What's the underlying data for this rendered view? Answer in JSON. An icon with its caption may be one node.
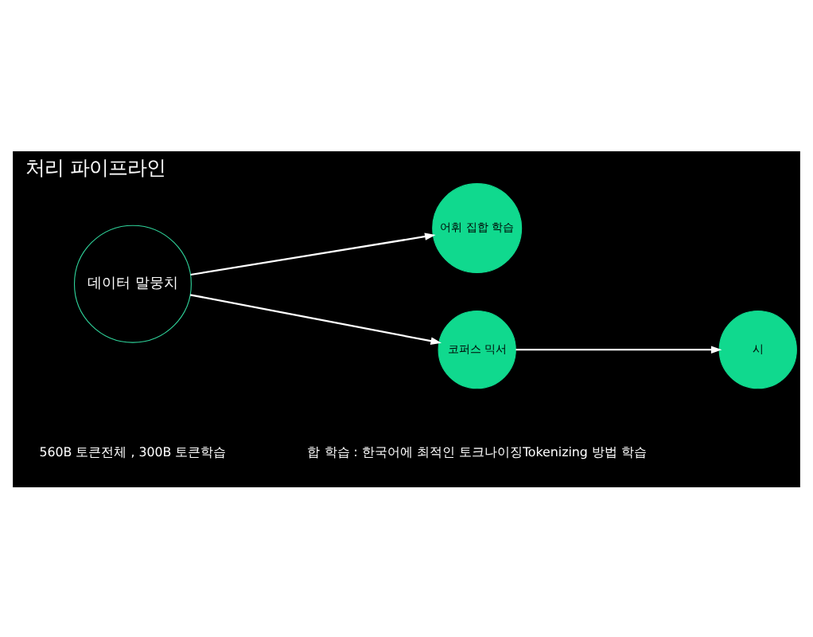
{
  "diagram": {
    "title": "처리 파이프라인",
    "nodes": [
      {
        "text": [
          "데이터 말뭉치"
        ]
      },
      {
        "text": [
          "어휘 집합 학습"
        ]
      },
      {
        "text": [
          "코퍼스 믹서"
        ]
      },
      {
        "text": [
          "시"
        ]
      }
    ],
    "edges": [
      {
        "from": 0,
        "to": 1,
        "arrow": "to"
      },
      {
        "from": 0,
        "to": 2,
        "arrow": "to"
      },
      {
        "from": 2,
        "to": 3,
        "arrow": "to"
      }
    ],
    "labels": [
      "560B 토큰전체 , 300B 토큰학습",
      "합 학습 : 한국어에 최적인 토크나이징Tokenizing 방법 학습"
    ]
  }
}
